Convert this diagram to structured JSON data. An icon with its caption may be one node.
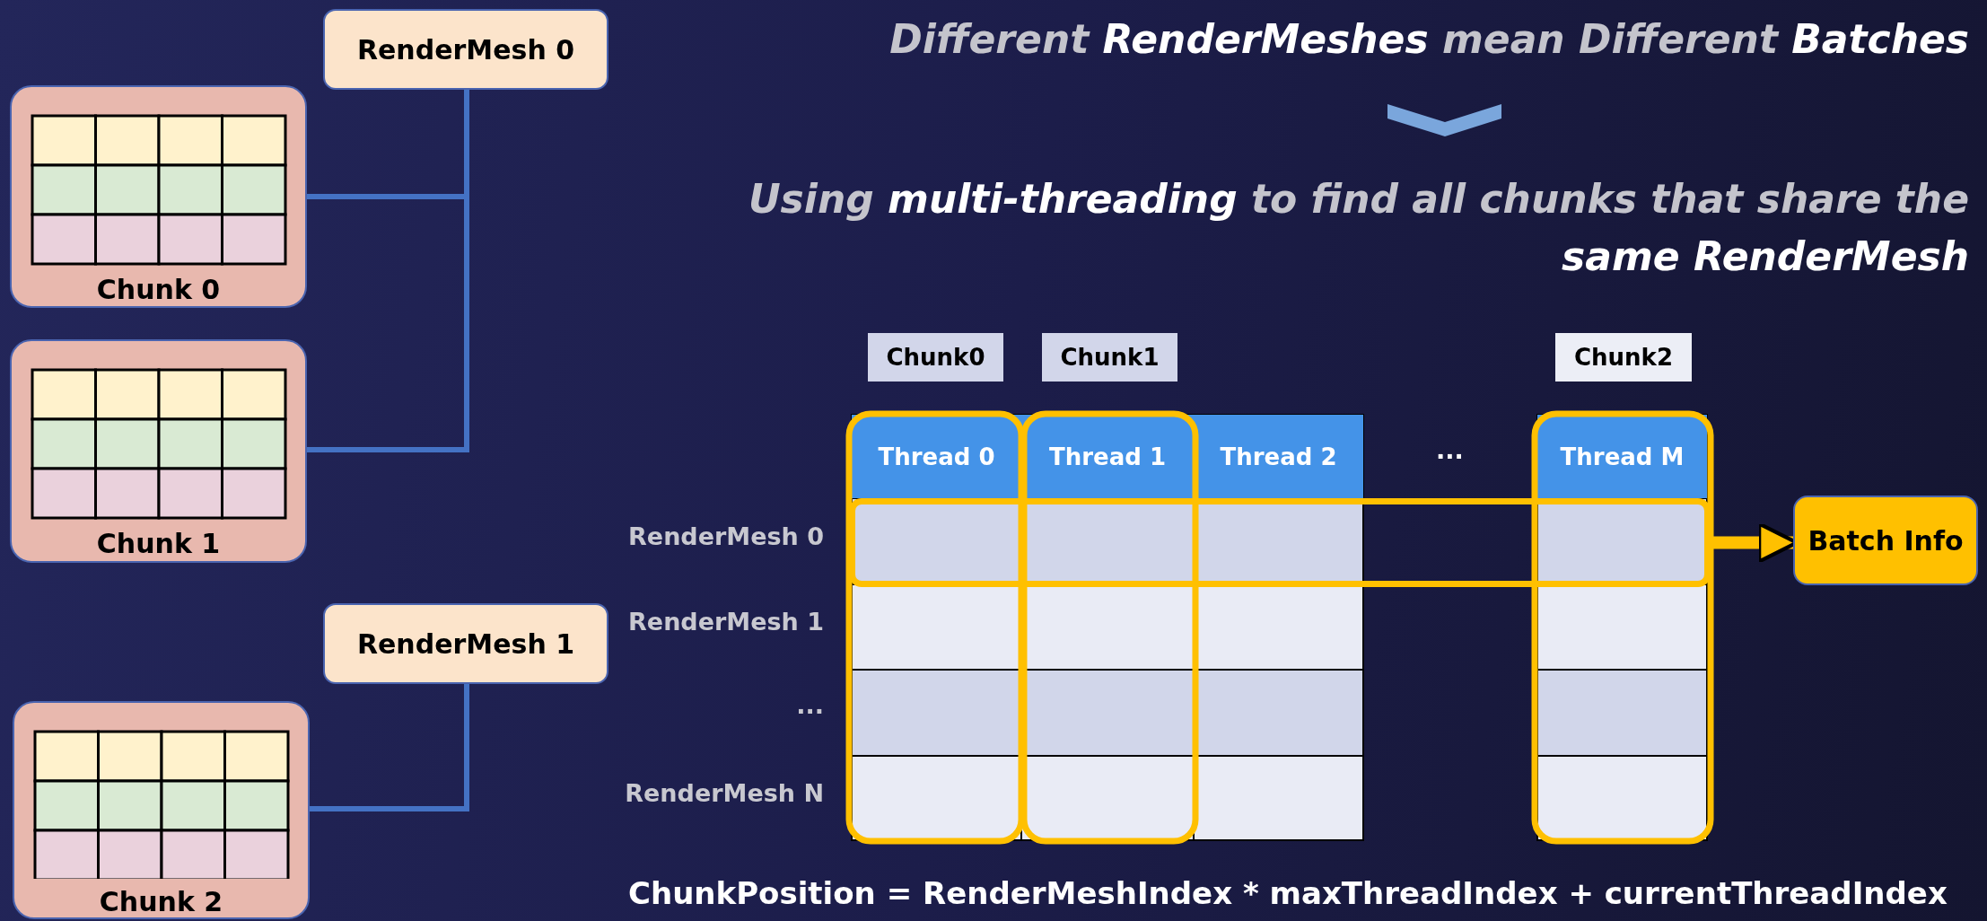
{
  "diagram": {
    "title": "Different **RenderMeshes** mean Different **Batches**",
    "nodes": [
      {
        "text": [
          "RenderMesh 0"
        ]
      },
      {
        "text": [
          "Chunk 0"
        ]
      },
      {
        "text": [
          "Chunk 1"
        ]
      },
      {
        "text": [
          "RenderMesh 1"
        ]
      },
      {
        "text": [
          "Chunk 2"
        ]
      },
      {
        "text": [
          "Chunk0"
        ]
      },
      {
        "text": [
          "Chunk1"
        ]
      },
      {
        "text": [
          "Chunk2"
        ]
      },
      {
        "text": [
          "Thread 0"
        ]
      },
      {
        "text": [
          "Thread 1"
        ]
      },
      {
        "text": [
          "Thread 2"
        ]
      },
      {
        "text": [
          "Thread M"
        ]
      },
      {
        "text": [],
        "shape": "box"
      },
      {
        "text": [
          "Batch Info"
        ]
      }
    ],
    "edges": [
      {
        "from": 0,
        "to": 1,
        "arrow": "none"
      },
      {
        "from": 0,
        "to": 2,
        "arrow": "none"
      },
      {
        "from": 3,
        "to": 4,
        "arrow": "none"
      },
      {
        "from": 12,
        "to": 13,
        "arrow": "to",
        "style": "thick",
        "color": "#ffc000"
      }
    ],
    "labels": [
      "Using **multi-threading** to find all chunks that share the **same RenderMesh**",
      "...",
      "RenderMesh 0",
      "RenderMesh 1",
      "...",
      "RenderMesh N",
      "ChunkPosition = RenderMeshIndex * maxThreadIndex + currentThreadIndex"
    ]
  }
}
